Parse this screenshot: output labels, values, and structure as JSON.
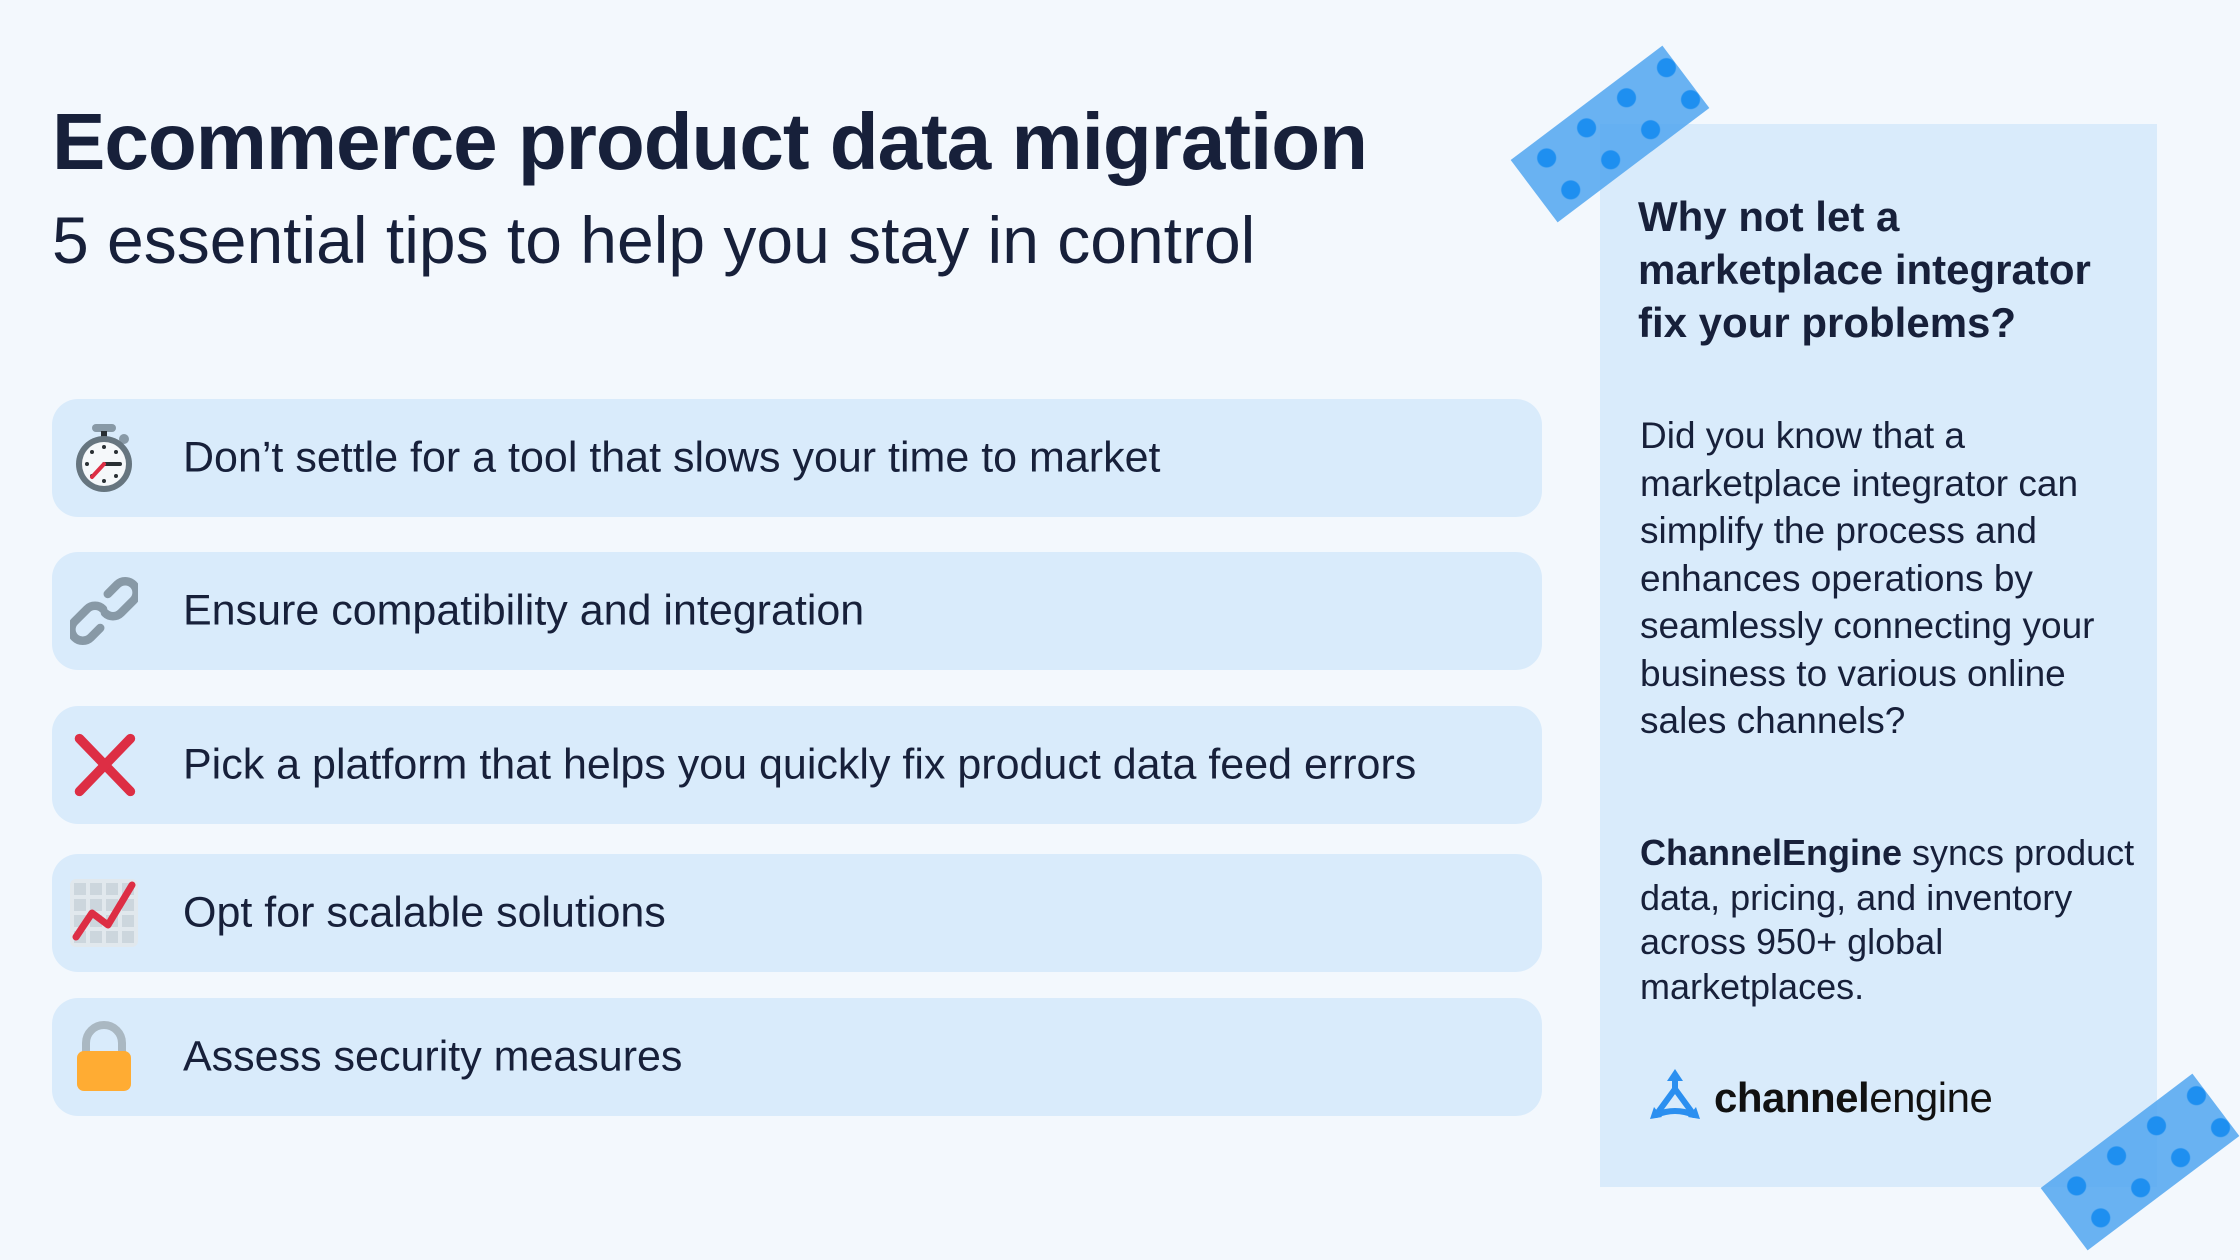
{
  "header": {
    "title": "Ecommerce product data migration",
    "subtitle": "5 essential tips to help you stay in control"
  },
  "tips": [
    {
      "icon": "stopwatch-icon",
      "label": "Don’t settle for a tool that slows your time to market"
    },
    {
      "icon": "link-icon",
      "label": "Ensure compatibility and integration"
    },
    {
      "icon": "cross-mark-icon",
      "label": "Pick a platform that helps you quickly fix product data feed errors"
    },
    {
      "icon": "chart-increasing-icon",
      "label": "Opt for scalable solutions"
    },
    {
      "icon": "lock-icon",
      "label": "Assess security measures"
    }
  ],
  "sidebar": {
    "heading": "Why not let a marketplace integrator fix your problems?",
    "body": "Did you know that a marketplace integrator can simplify the process and enhances operations by seamlessly connecting your business to various online sales channels?",
    "brand_name": "ChannelEngine",
    "brand_text": " syncs product data, pricing, and inventory across 950+ global marketplaces.",
    "logo": {
      "bold": "channel",
      "light": "engine"
    }
  },
  "colors": {
    "background": "#f3f8fd",
    "card": "#d9ebfb",
    "text": "#17203a",
    "tape": "#50a6f0",
    "accent_red": "#dd2e44"
  }
}
